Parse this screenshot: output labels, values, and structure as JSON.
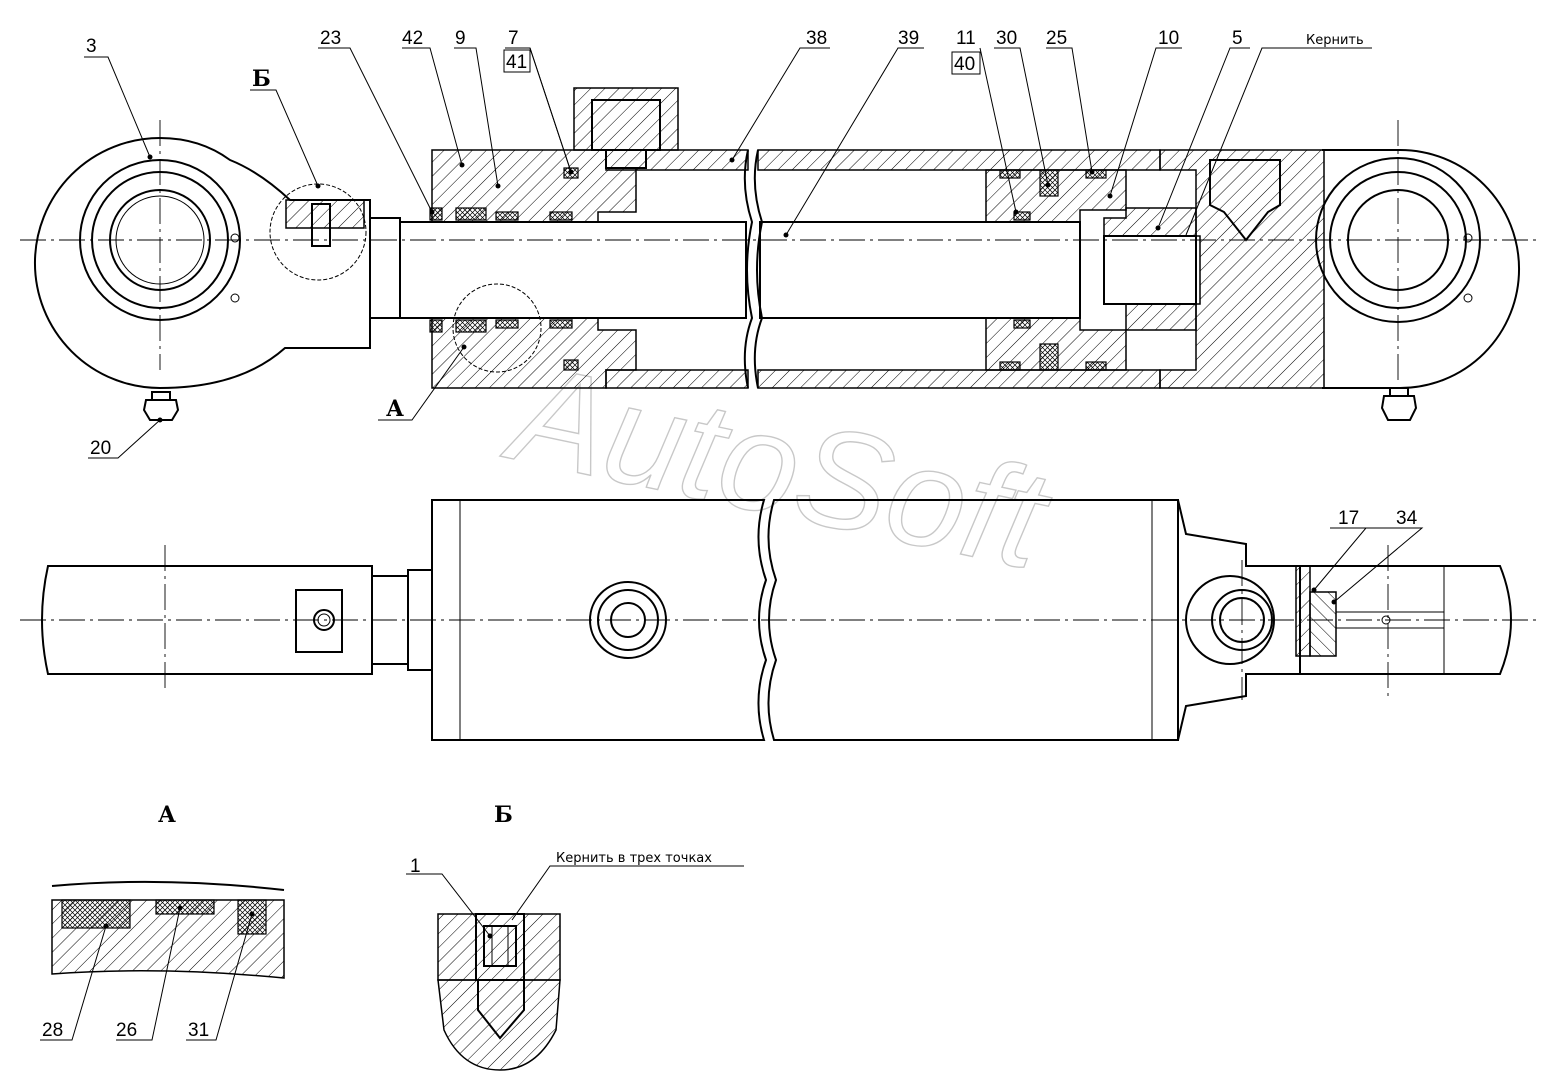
{
  "watermark": "AutoSoft",
  "part_labels": {
    "p3": "3",
    "pB": "Б",
    "p23": "23",
    "p42": "42",
    "p9": "9",
    "p7": "7",
    "p41": "41",
    "p38": "38",
    "p39": "39",
    "p11": "11",
    "p40": "40",
    "p30": "30",
    "p25": "25",
    "p10": "10",
    "p5": "5",
    "kernit": "Кернить",
    "pA": "А",
    "p20": "20",
    "p17": "17",
    "p34": "34"
  },
  "views": {
    "view_a_title": "А",
    "view_b_title": "Б"
  },
  "detail_labels": {
    "p28": "28",
    "p26": "26",
    "p31": "31",
    "p1": "1",
    "kernit_three": "Кернить в трех точках"
  }
}
